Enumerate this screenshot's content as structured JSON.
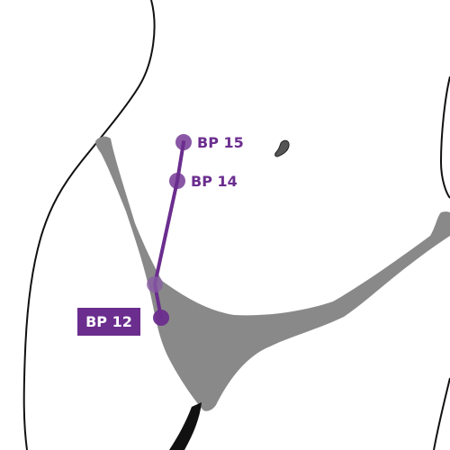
{
  "colors": {
    "accent": "#6b2d8e",
    "bone": "#898989",
    "outline": "#111111",
    "background": "#ffffff",
    "label_text_on_box": "#ffffff"
  },
  "points": [
    {
      "id": "bp15",
      "label": "BP 15"
    },
    {
      "id": "bp14",
      "label": "BP 14"
    },
    {
      "id": "bp13",
      "label": ""
    },
    {
      "id": "bp12",
      "label": "BP 12"
    }
  ]
}
